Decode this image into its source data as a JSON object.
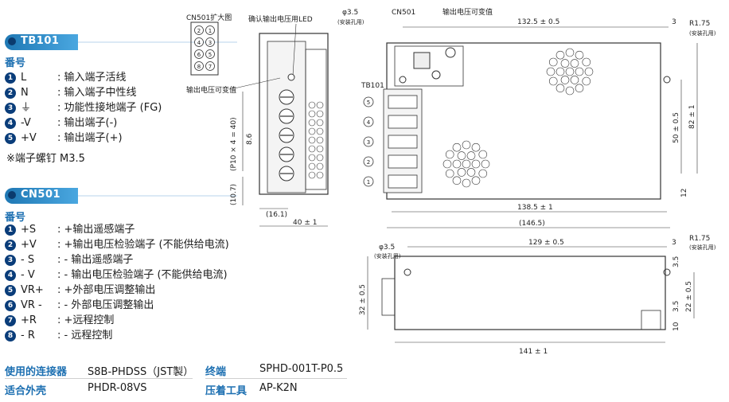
{
  "tb101": {
    "badge": "TB101",
    "subhead": "番号",
    "items": [
      {
        "num": "1",
        "symbol": "L",
        "desc": "输入端子活线"
      },
      {
        "num": "2",
        "symbol": "N",
        "desc": "输入端子中性线"
      },
      {
        "num": "3",
        "symbol": "⏚",
        "desc": "功能性接地端子 (FG)"
      },
      {
        "num": "4",
        "symbol": "-V",
        "desc": "输出端子(-)"
      },
      {
        "num": "5",
        "symbol": "+V",
        "desc": "输出端子(+)"
      }
    ],
    "note": "※端子螺钉 M3.5"
  },
  "cn501": {
    "badge": "CN501",
    "subhead": "番号",
    "items": [
      {
        "num": "1",
        "symbol": "+S",
        "desc": "+输出遥感端子"
      },
      {
        "num": "2",
        "symbol": "+V",
        "desc": "+输出电压检验端子 (不能供给电流)"
      },
      {
        "num": "3",
        "symbol": "- S",
        "desc": "- 输出遥感端子"
      },
      {
        "num": "4",
        "symbol": "- V",
        "desc": "- 输出电压检验端子 (不能供给电流)"
      },
      {
        "num": "5",
        "symbol": "VR+",
        "desc": "+外部电压调整输出"
      },
      {
        "num": "6",
        "symbol": "VR -",
        "desc": "- 外部电压调整输出"
      },
      {
        "num": "7",
        "symbol": "+R",
        "desc": "+远程控制"
      },
      {
        "num": "8",
        "symbol": "- R",
        "desc": "- 远程控制"
      }
    ]
  },
  "connectors": {
    "row1": {
      "k1": "使用的连接器",
      "v1": "S8B-PHDSS（JST製）",
      "k2": "终端",
      "v2": "SPHD-001T-P0.5"
    },
    "row2": {
      "k1": "适合外壳",
      "v1": "PHDR-08VS",
      "k2": "压着工具",
      "v2": "AP-K2N"
    }
  },
  "drawing_labels": {
    "cn501_zoom": "CN501扩大图",
    "led_label": "确认输出电压用LED",
    "vadj_label_left": "输出电压可变值",
    "vadj_label_top": "输出电压可变值",
    "cn501": "CN501",
    "tb101": "TB101",
    "phi": "φ3.5",
    "mount_hole": "(安装孔用)",
    "r175": "R1.75",
    "mount_hole2": "(安装孔用)",
    "dim_1325": "132.5 ± 0.5",
    "dim_3a": "3",
    "dim_1385": "138.5 ± 1",
    "dim_1465": "(146.5)",
    "dim_50": "50 ± 0.5",
    "dim_82": "82 ± 1",
    "dim_12": "12",
    "dim_40": "40 ± 1",
    "dim_161": "(16.1)",
    "dim_p10": "(P10 × 4 = 40)",
    "dim_86": "8.6",
    "dim_107": "(10.7)",
    "dim_129": "129 ± 0.5",
    "dim_3b": "3",
    "dim_141": "141 ± 1",
    "dim_32": "32 ± 0.5",
    "dim_22": "22 ± 0.5",
    "dim_35a": "3.5",
    "dim_35b": "3.5",
    "dim_10": "10",
    "term_nums": [
      "5",
      "4",
      "3",
      "2",
      "1"
    ],
    "cn_pins": [
      "2",
      "1",
      "4",
      "3",
      "6",
      "5",
      "8",
      "7"
    ]
  }
}
